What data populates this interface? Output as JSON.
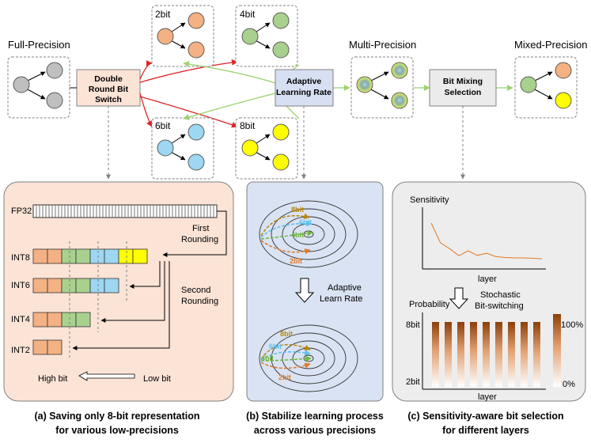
{
  "colors": {
    "panel_a_bg": "#fbe3d6",
    "panel_b_bg": "#dae3f3",
    "panel_c_bg": "#ededed",
    "node_gray": "#bfbfbf",
    "node_orange": "#f4b183",
    "node_green": "#a9d18e",
    "node_blue": "#9dd7f1",
    "node_yellow": "#ffff00",
    "red_arrow": "#e0242a",
    "green_arrow": "#9bd26f",
    "box_orange": "#fbe3d6",
    "box_blue": "#d6e0f2",
    "box_gray": "#ebebeb"
  },
  "top": {
    "full_precision": "Full-Precision",
    "multi_precision": "Multi-Precision",
    "mixed_precision": "Mixed-Precision",
    "bit2": "2bit",
    "bit4": "4bit",
    "bit6": "6bit",
    "bit8": "8bit",
    "switch_box": [
      "Double",
      "Round Bit",
      "Switch"
    ],
    "alr_box": [
      "Adaptive",
      "Learning Rate"
    ],
    "mix_box": [
      "Bit Mixing",
      "Selection"
    ]
  },
  "panel_a": {
    "fp32": "FP32",
    "int8": "INT8",
    "int6": "INT6",
    "int4": "INT4",
    "int2": "INT2",
    "first_rounding": [
      "First",
      "Rounding"
    ],
    "second_rounding": [
      "Second",
      "Rounding"
    ],
    "high_bit": "High bit",
    "low_bit": "Low bit",
    "caption": [
      "(a) Saving only 8-bit representation",
      "for various low-precisions"
    ]
  },
  "panel_b": {
    "labels_top": [
      "8bit",
      "6bit",
      "4bit",
      "2bit"
    ],
    "labels_bottom": [
      "8bit",
      "6bit",
      "4bit",
      "2bit"
    ],
    "adaptive": [
      "Adaptive",
      "Learn Rate"
    ],
    "caption": [
      "(b) Stabilize learning process",
      "across various precisions"
    ]
  },
  "panel_c": {
    "sensitivity": "Sensitivity",
    "layer": "layer",
    "stochastic": [
      "Stochastic",
      "Bit-switching"
    ],
    "probability": "Probability",
    "bit8": "8bit",
    "bit2": "2bit",
    "pct100": "100%",
    "pct0": "0%",
    "sensitivity_curve": [
      0.0,
      0.47,
      0.61,
      0.78,
      0.66,
      0.77,
      0.72,
      0.8,
      0.82,
      0.83,
      0.83,
      0.84,
      0.85
    ],
    "caption": [
      "(c) Sensitivity-aware bit selection",
      "for different layers"
    ]
  }
}
